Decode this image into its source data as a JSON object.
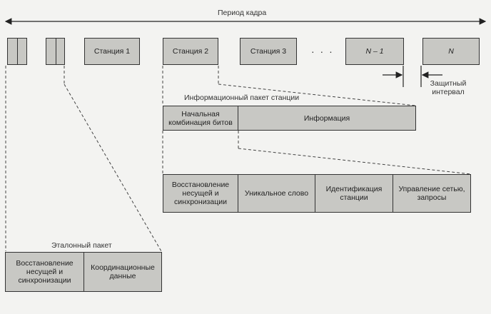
{
  "frame_period_label": "Период кадра",
  "stations": {
    "s1": "Станция 1",
    "s2": "Станция 2",
    "s3": "Станция 3",
    "ellipsis": "· · ·",
    "n_minus_1": "N – 1",
    "n": "N"
  },
  "guard_interval_label": "Защитный интервал",
  "station_packet": {
    "title": "Информационный пакет станции",
    "preamble": "Начальная комбинация битов",
    "information": "Информация"
  },
  "preamble_detail": {
    "carrier_recovery": "Восстановление несущей и синхронизации",
    "unique_word": "Уникальное слово",
    "station_id": "Идентификация станции",
    "network_control": "Управление сетью, запросы"
  },
  "reference_packet": {
    "title": "Эталонный пакет",
    "carrier_recovery": "Восстановление несущей и синхронизации",
    "coordination": "Координационные данные"
  }
}
